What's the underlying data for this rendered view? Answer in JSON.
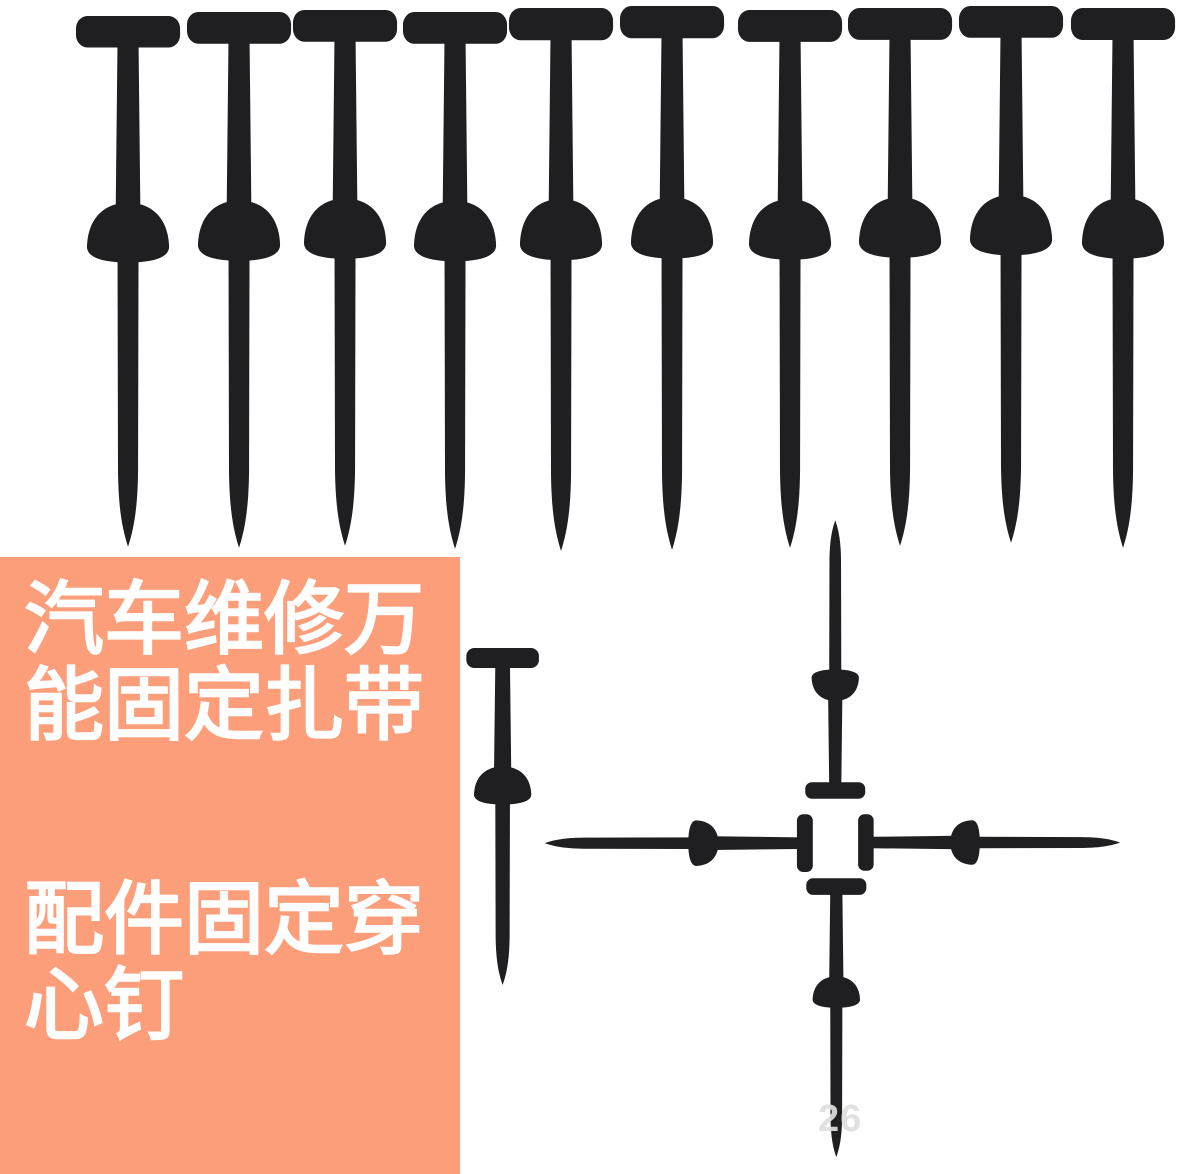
{
  "scene": {
    "description": "Product photo: black plastic automotive trim push rivets (T-head pins with umbrella washers)",
    "background_color": "#ffffff",
    "pin_color": "#1f1f21",
    "top_row_pin_count": 10,
    "cross_arrangement_pin_count": 4,
    "standalone_pin_count": 1
  },
  "promo_block": {
    "background_color": "#FC9E7A",
    "text_color": "#ffffff",
    "line1": "汽车维修万",
    "line2": "能固定扎带",
    "line3": "配件固定穿",
    "line4": "心钉"
  },
  "watermark": {
    "text": "26",
    "color": "#dedede"
  }
}
